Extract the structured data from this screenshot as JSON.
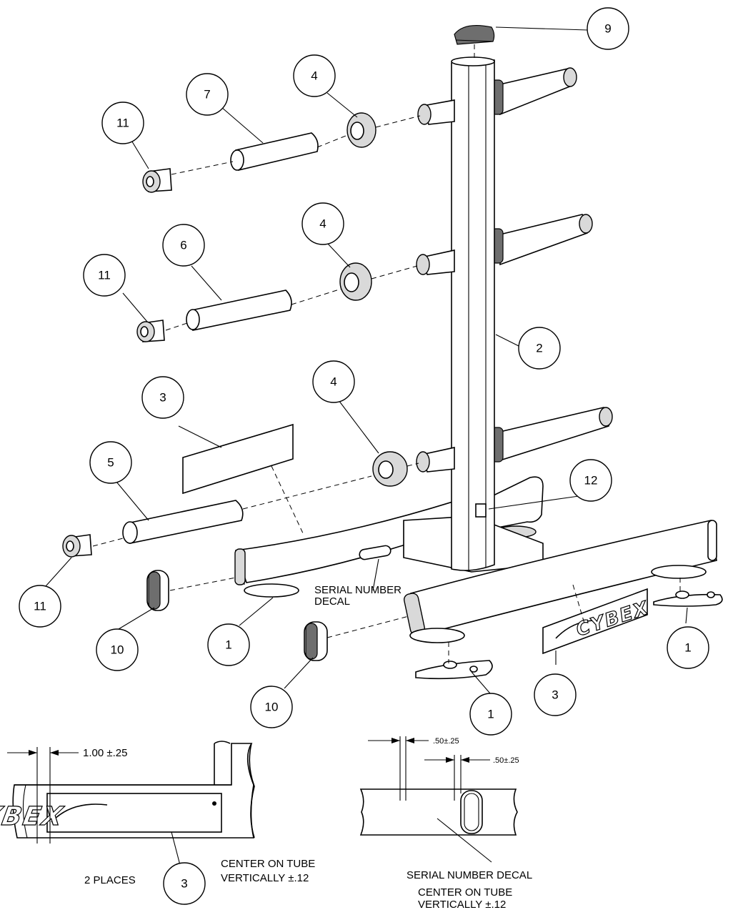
{
  "bubbles": {
    "b1a": "1",
    "b1b": "1",
    "b1c": "1",
    "b2": "2",
    "b3a": "3",
    "b3b": "3",
    "b3c": "3",
    "b4a": "4",
    "b4b": "4",
    "b4c": "4",
    "b5": "5",
    "b6": "6",
    "b7": "7",
    "b9": "9",
    "b10a": "10",
    "b10b": "10",
    "b11a": "11",
    "b11b": "11",
    "b11c": "11",
    "b12": "12"
  },
  "labels": {
    "serial_decal_line1": "SERIAL NUMBER",
    "serial_decal_line2": "DECAL",
    "brand": "CYBEX"
  },
  "detail_left": {
    "dimension": "1.00 ±.25",
    "places": "2 PLACES",
    "center_line1": "CENTER ON TUBE",
    "center_line2": "VERTICALLY ±.12"
  },
  "detail_right": {
    "dimension_top": ".50±.25",
    "dimension_bottom": ".50±.25",
    "decal_label": "SERIAL NUMBER DECAL",
    "center_line1": "CENTER ON TUBE",
    "center_line2": "VERTICALLY ±.12"
  }
}
